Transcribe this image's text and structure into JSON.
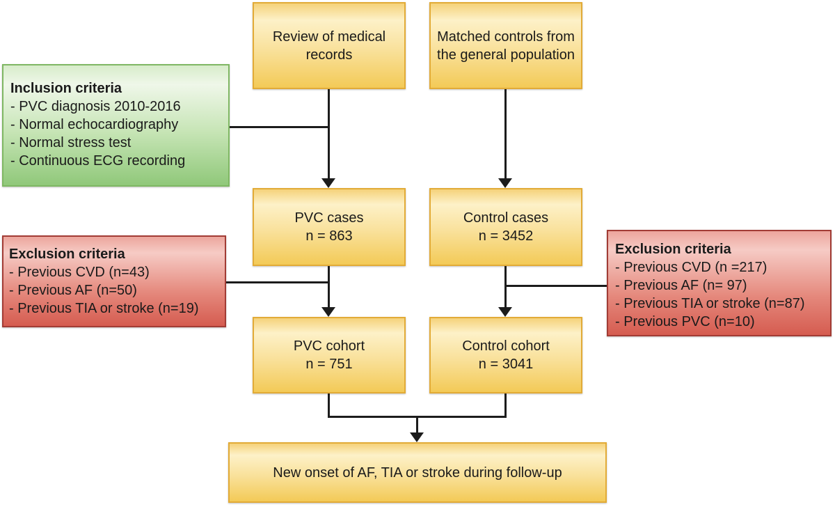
{
  "diagram": {
    "type": "study-flowchart",
    "nodes": {
      "review": {
        "label": "Review of medical records"
      },
      "matched_controls": {
        "label": "Matched controls from the general population"
      },
      "inclusion": {
        "title": "Inclusion criteria",
        "items": [
          "- PVC diagnosis 2010-2016",
          "- Normal echocardiography",
          "- Normal stress test",
          "- Continuous ECG recording"
        ]
      },
      "pvc_cases": {
        "label": "PVC cases",
        "count": "n = 863"
      },
      "control_cases": {
        "label": "Control cases",
        "count": "n = 3452"
      },
      "exclusion_pvc": {
        "title": "Exclusion criteria",
        "items": [
          "- Previous CVD (n=43)",
          "- Previous AF (n=50)",
          "- Previous TIA or stroke (n=19)"
        ]
      },
      "exclusion_control": {
        "title": "Exclusion criteria",
        "items": [
          "- Previous CVD (n =217)",
          "- Previous AF (n= 97)",
          "- Previous TIA or stroke (n=87)",
          "- Previous PVC (n=10)"
        ]
      },
      "pvc_cohort": {
        "label": "PVC cohort",
        "count": "n = 751"
      },
      "control_cohort": {
        "label": "Control cohort",
        "count": "n = 3041"
      },
      "outcome": {
        "label": "New onset of AF, TIA or stroke during follow-up"
      }
    },
    "colors": {
      "process_fill_light": "#fdf1c8",
      "process_fill_dark": "#f3ca57",
      "process_border": "#e2ab37",
      "inclusion_fill_light": "#eff7e9",
      "inclusion_fill_dark": "#90c87a",
      "inclusion_border": "#7fb763",
      "exclusion_fill_light": "#f6cbc5",
      "exclusion_fill_dark": "#d55c50",
      "exclusion_border": "#a23c35",
      "connector": "#1c1c1c",
      "text": "#1a1a1a",
      "background": "#ffffff"
    }
  }
}
